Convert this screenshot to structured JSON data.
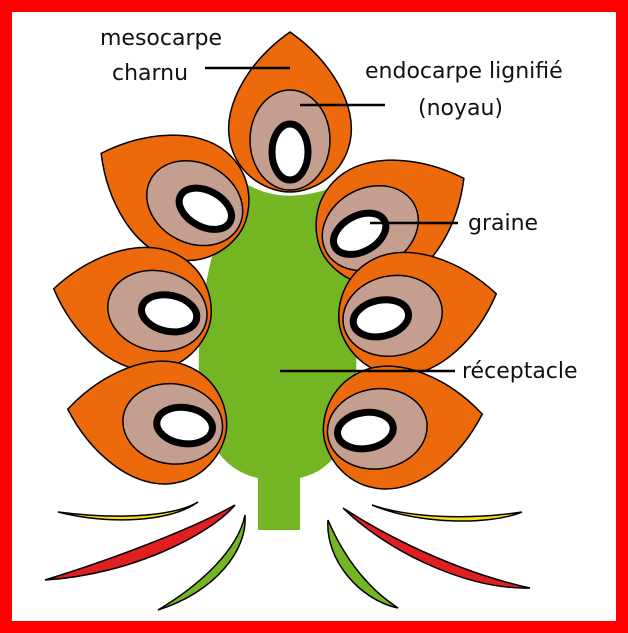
{
  "colors": {
    "frame": "#ff0000",
    "mesocarp": "#ec6a0c",
    "endocarp": "#c49f90",
    "seed": "#ffffff",
    "seed_ring": "#000000",
    "receptacle": "#73b523",
    "stamen_red": "#e02020",
    "stamen_yellow": "#f2e21a",
    "stamen_green": "#73b523"
  },
  "labels": {
    "mesocarp_line1": "mesocarpe",
    "mesocarp_line2": "charnu",
    "endocarp_line1": "endocarpe lignifié",
    "endocarp_line2": "(noyau)",
    "seed": "graine",
    "receptacle": "réceptacle"
  }
}
